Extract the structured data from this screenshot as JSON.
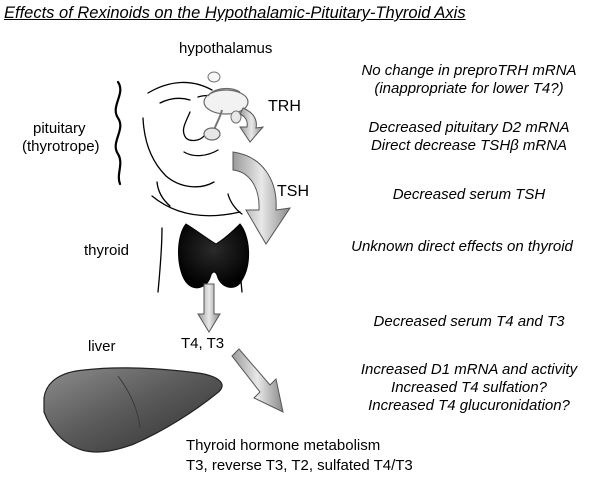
{
  "title": "Effects of Rexinoids on the Hypothalamic-Pituitary-Thyroid Axis",
  "labels": {
    "hypothalamus": "hypothalamus",
    "pituitary": "pituitary",
    "thyrotrope": "(thyrotrope)",
    "trh": "TRH",
    "tsh": "TSH",
    "thyroid": "thyroid",
    "t4t3": "T4, T3",
    "liver": "liver",
    "metabolism_line1": "Thyroid hormone metabolism",
    "metabolism_line2": "T3, reverse T3, T2, sulfated T4/T3"
  },
  "effects": {
    "hypothalamus": [
      "No change in preproTRH mRNA",
      "(inappropriate for lower T4?)"
    ],
    "pituitary": [
      "Decreased pituitary D2 mRNA",
      "Direct decrease TSHβ mRNA"
    ],
    "tsh": [
      "Decreased serum TSH"
    ],
    "thyroid": [
      "Unknown direct effects on thyroid"
    ],
    "t4t3": [
      "Decreased serum T4 and T3"
    ],
    "liver": [
      "Increased D1 mRNA and activity",
      "Increased T4 sulfation?",
      "Increased T4 glucuronidation?"
    ]
  }
}
